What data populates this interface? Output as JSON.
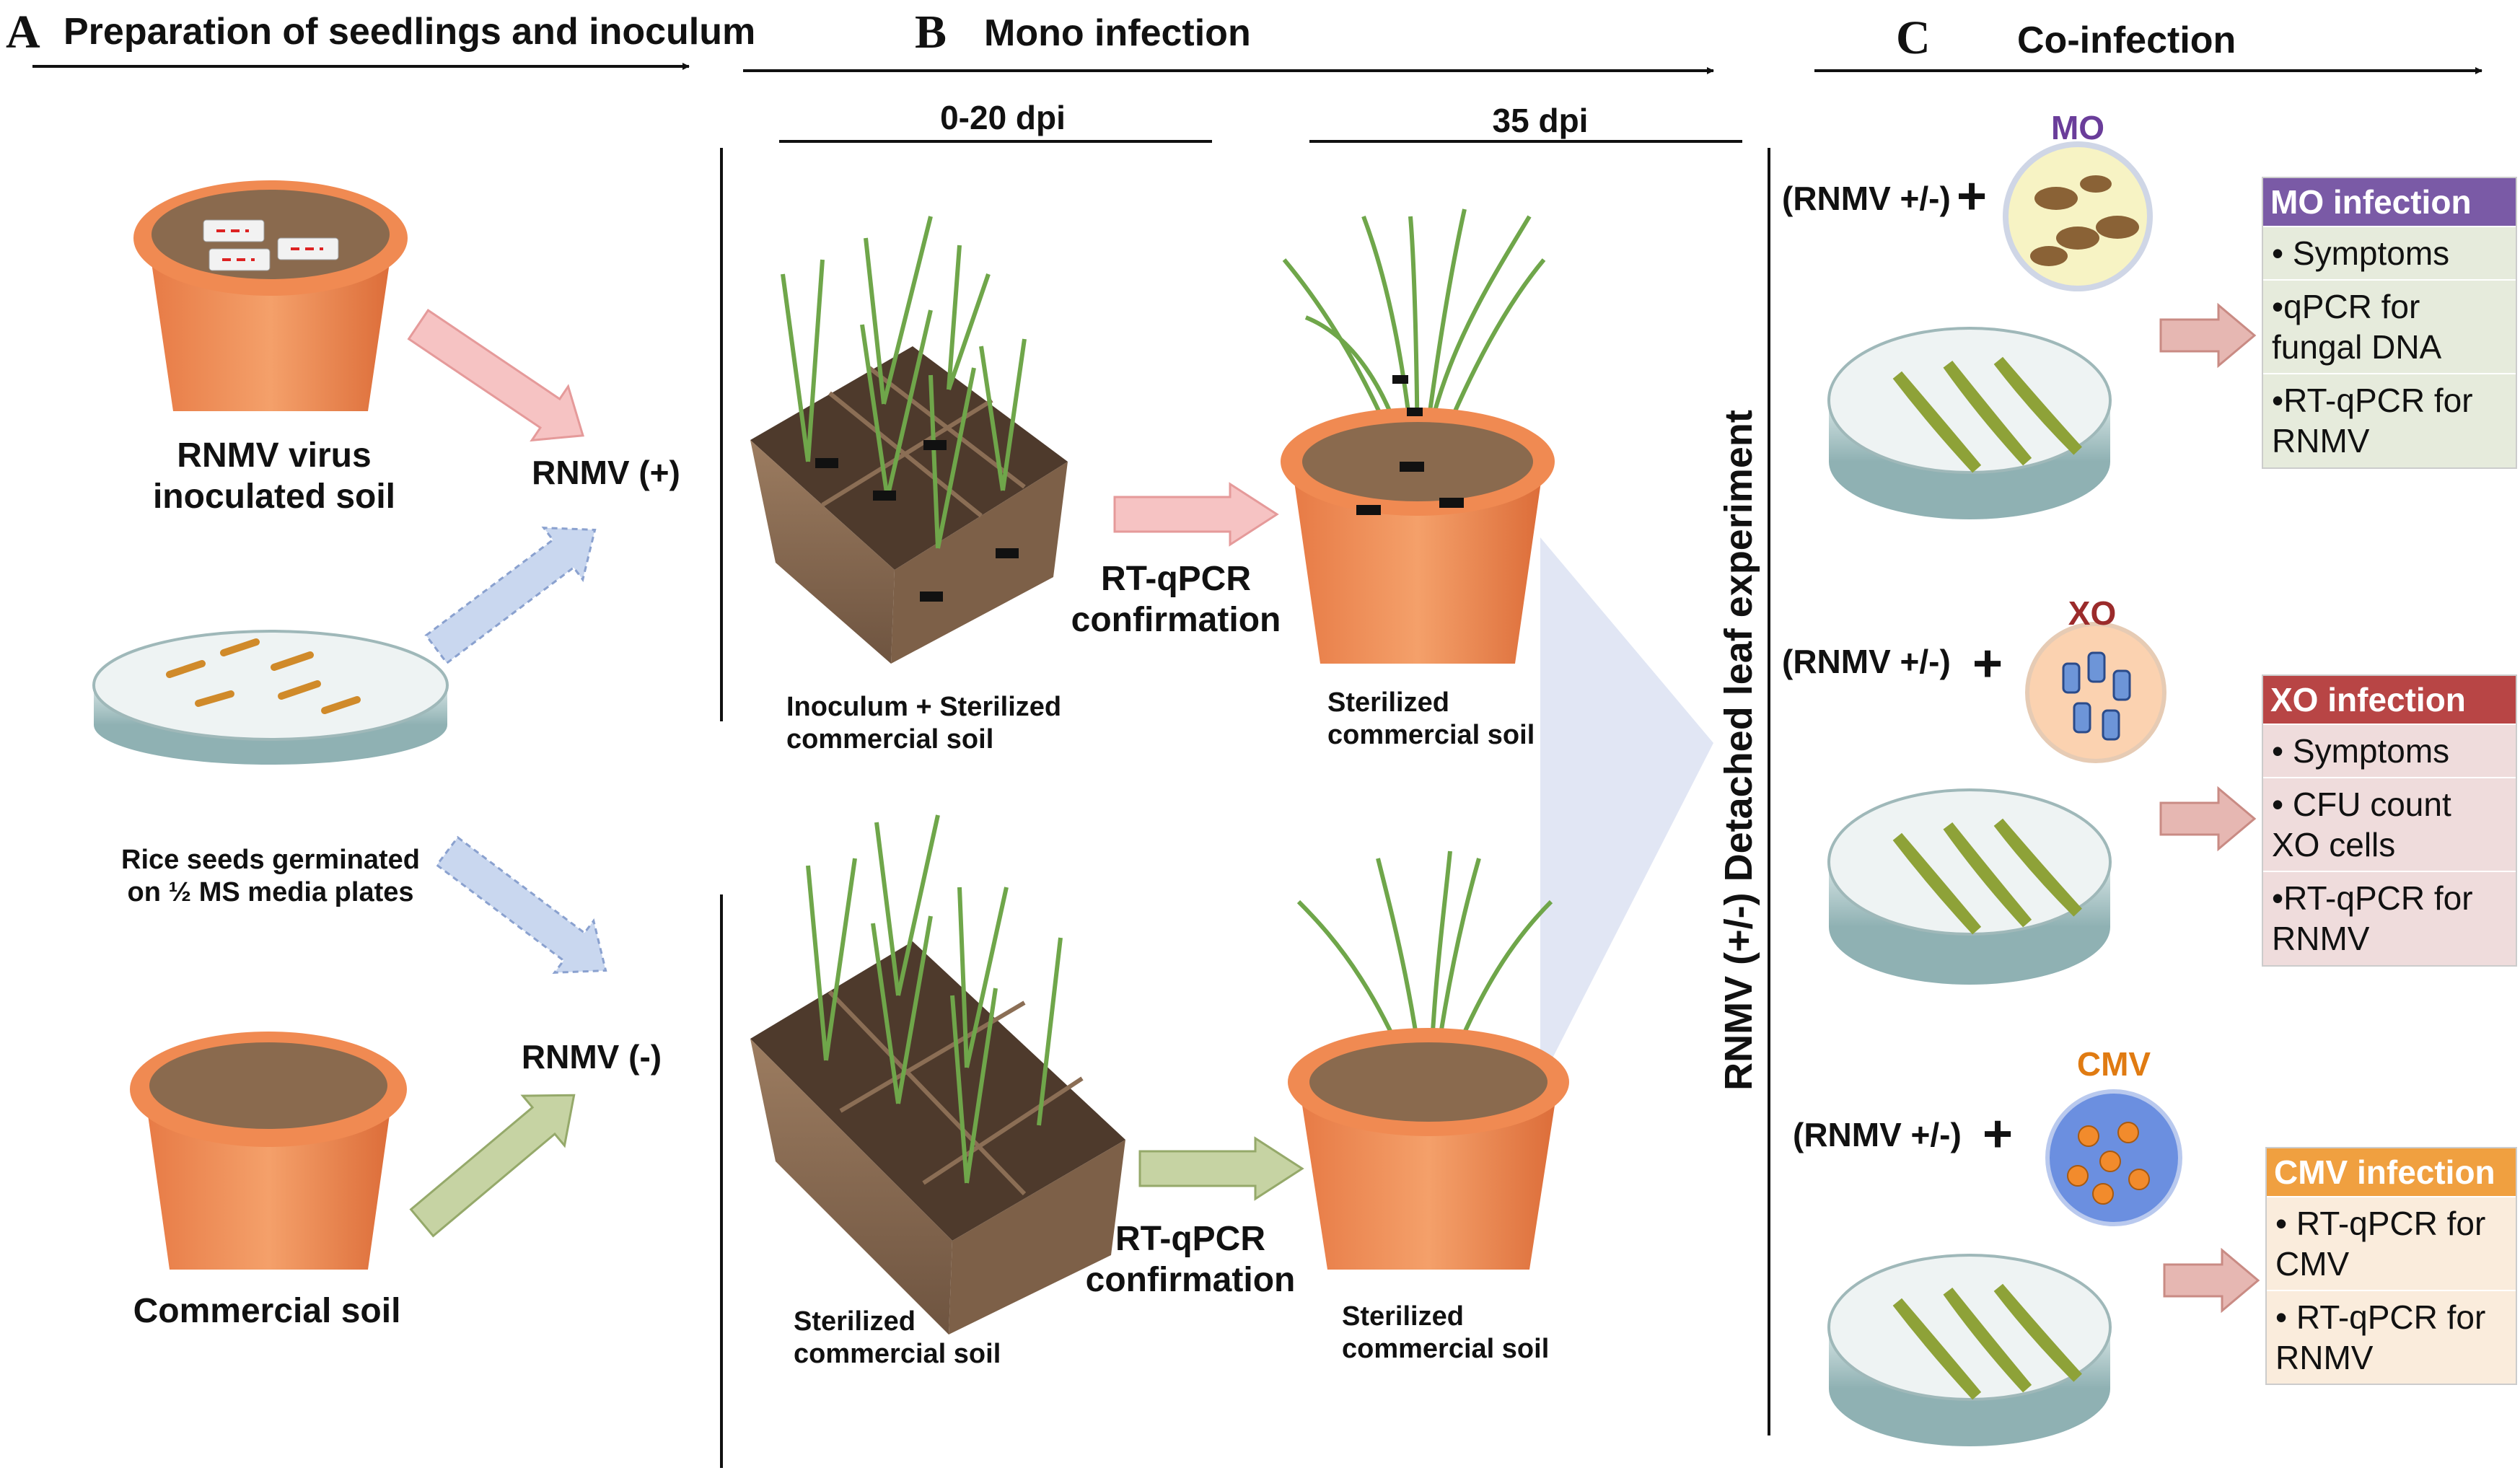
{
  "sections": {
    "a": {
      "letter": "A",
      "title": "Preparation of seedlings and inoculum"
    },
    "b": {
      "letter": "B",
      "title": "Mono infection"
    },
    "c": {
      "letter": "C",
      "title": "Co-infection"
    }
  },
  "section_a": {
    "inoculated_soil": "RNMV virus\ninoculated soil",
    "seeds": "Rice seeds germinated\non ½ MS media plates",
    "commercial_soil": "Commercial soil",
    "rnmv_pos": "RNMV (+)",
    "rnmv_neg": "RNMV (-)"
  },
  "section_b": {
    "timepoint_1": "0-20 dpi",
    "timepoint_2": "35 dpi",
    "top_tray_label": "Inoculum + Sterilized\ncommercial soil",
    "top_pot_label": "Sterilized\ncommercial soil",
    "bottom_tray_label": "Sterilized\ncommercial soil",
    "bottom_pot_label": "Sterilized\ncommercial soil",
    "confirm_top": "RT-qPCR\nconfirmation",
    "confirm_bottom": "RT-qPCR\nconfirmation"
  },
  "section_c": {
    "vertical_label": "RNMV (+/-) Detached leaf experiment",
    "rows": [
      {
        "prefix": "(RNMV +/-)",
        "plus": "+",
        "pathogen": "MO",
        "pathogen_color": "#6a3d9a",
        "header": "MO infection",
        "header_color": "#7a5aa6",
        "body_color": "#e6ebdc",
        "items": [
          "• Symptoms",
          "•qPCR for\nfungal DNA",
          "•RT-qPCR for\nRNMV"
        ]
      },
      {
        "prefix": "(RNMV +/-)",
        "plus": "+",
        "pathogen": "XO",
        "pathogen_color": "#9b2b2b",
        "header": "XO infection",
        "header_color": "#b84545",
        "body_color": "#efdcdc",
        "items": [
          "• Symptoms",
          "• CFU count\nXO cells",
          "•RT-qPCR for\nRNMV"
        ]
      },
      {
        "prefix": "(RNMV +/-)",
        "plus": "+",
        "pathogen": "CMV",
        "pathogen_color": "#e07b12",
        "header": "CMV infection",
        "header_color": "#f0a040",
        "body_color": "#faecdc",
        "items": [
          "• RT-qPCR for\nCMV",
          "• RT-qPCR for\nRNMV"
        ]
      }
    ]
  }
}
